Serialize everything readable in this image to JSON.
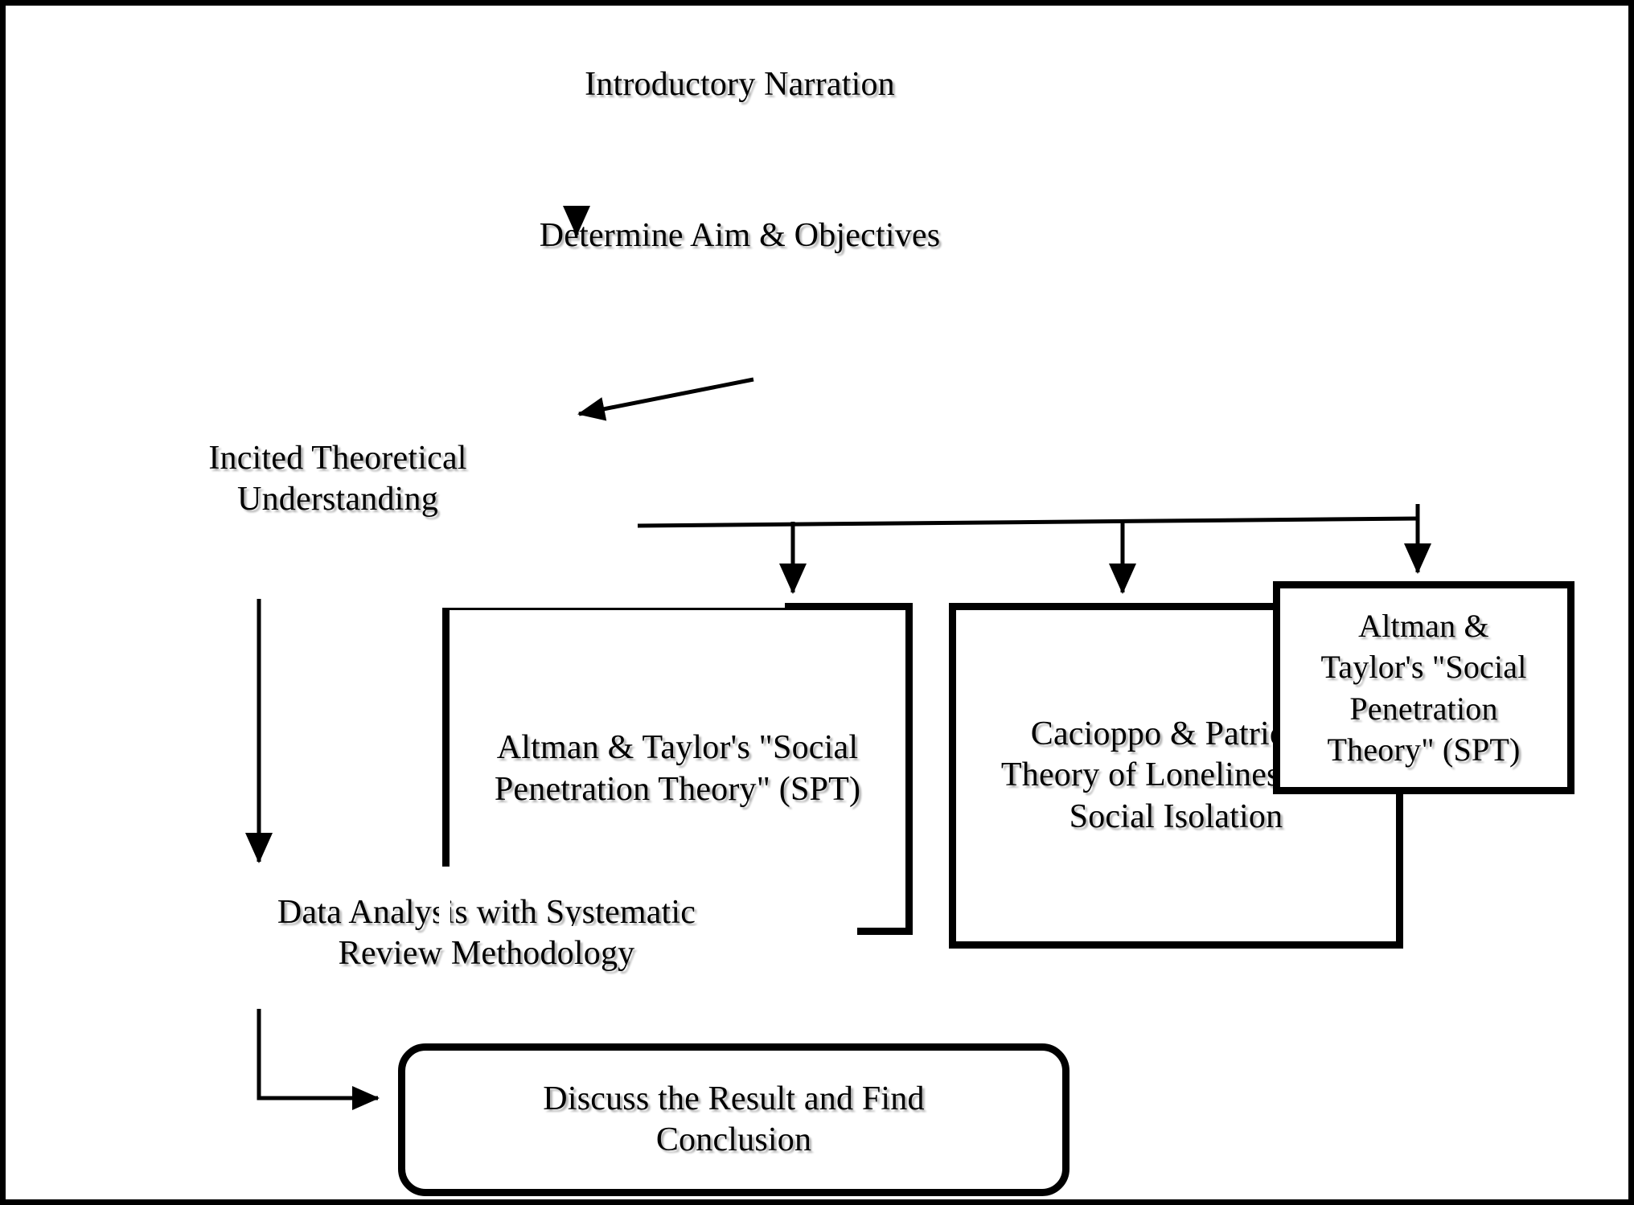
{
  "diagram": {
    "title_text": "Introductory Narration",
    "type": "flowchart",
    "frame_color": "#000000",
    "background_color": "#ffffff",
    "text_color": "#000000",
    "nodes": [
      {
        "id": "intro",
        "label": "Introductory Narration",
        "shape": "plain-text"
      },
      {
        "id": "aim",
        "label": "Determine Aim & Objectives",
        "shape": "plain-text"
      },
      {
        "id": "theory",
        "label": "Incited Theoretical\nUnderstanding",
        "shape": "plain-text"
      },
      {
        "id": "spt-left",
        "label": "Altman & Taylor's \"Social\nPenetration Theory\" (SPT)",
        "shape": "rectangle"
      },
      {
        "id": "loneliness",
        "label": "Cacioppo & Patrick's\nTheory of Loneliness and\nSocial Isolation",
        "shape": "rectangle"
      },
      {
        "id": "spt-right",
        "label": "Altman &\nTaylor's \"Social\nPenetration\nTheory\" (SPT)",
        "shape": "rectangle"
      },
      {
        "id": "data-analysis",
        "label": "Data Analysis with Systematic\nReview Methodology",
        "shape": "plain-text"
      },
      {
        "id": "conclusion",
        "label": "Discuss the Result and Find\nConclusion",
        "shape": "rounded-rectangle"
      }
    ],
    "edges": [
      {
        "from": "intro",
        "to": "aim",
        "style": "straight-vertical-arrow"
      },
      {
        "from": "aim",
        "to": "theory",
        "style": "diagonal-arrow"
      },
      {
        "from": "theory",
        "to": "data-analysis",
        "style": "straight-vertical-arrow"
      },
      {
        "from": "theory",
        "to": "spt-left",
        "style": "branch-down-arrow"
      },
      {
        "from": "theory",
        "to": "loneliness",
        "style": "branch-down-arrow"
      },
      {
        "from": "theory",
        "to": "spt-right",
        "style": "branch-down-arrow"
      },
      {
        "from": "data-analysis",
        "to": "conclusion",
        "style": "elbow-arrow"
      }
    ]
  }
}
